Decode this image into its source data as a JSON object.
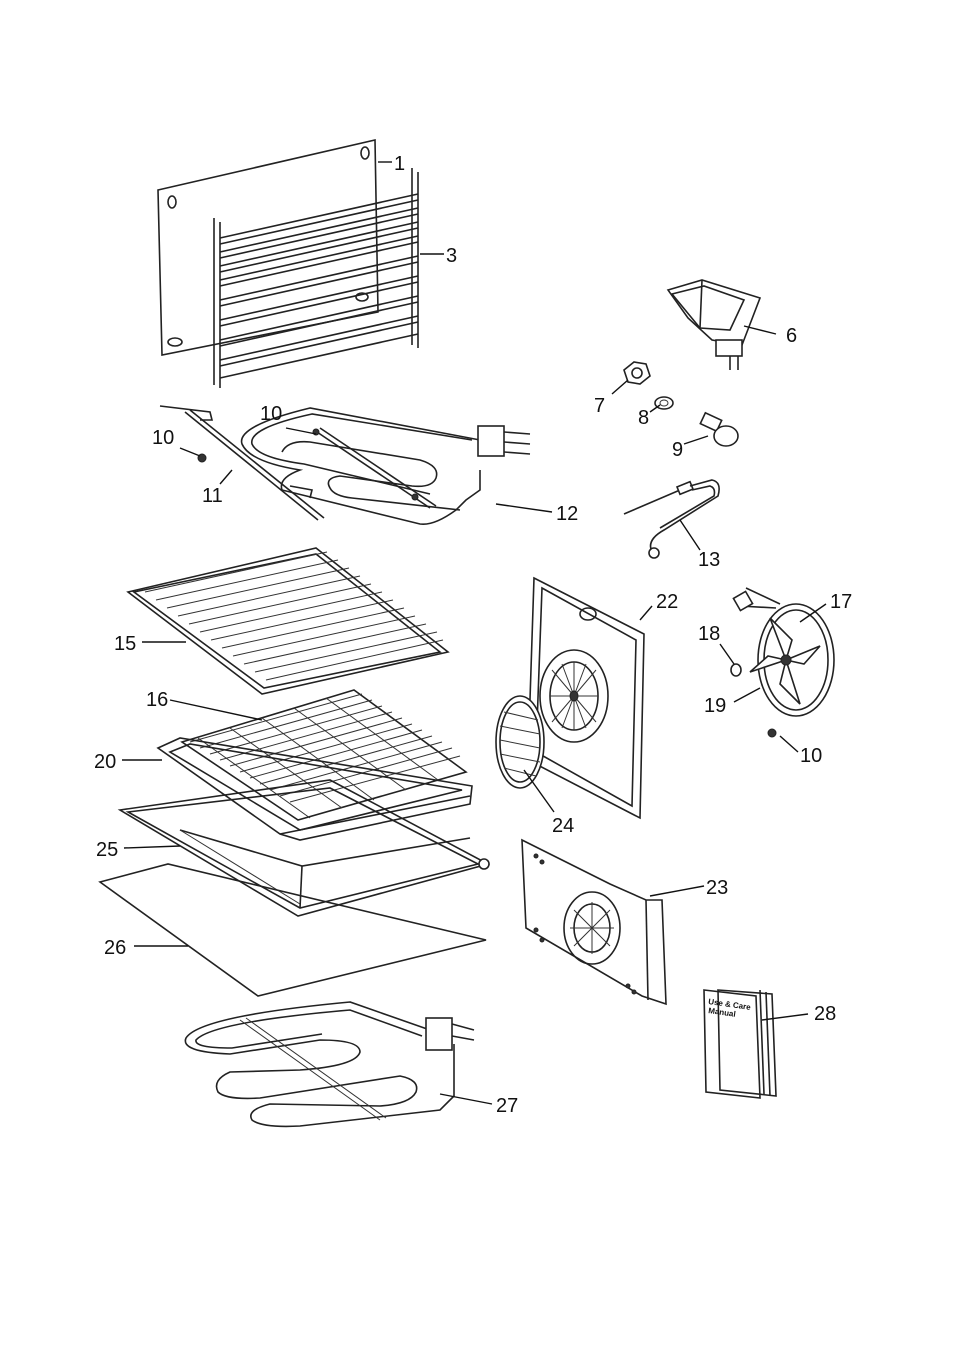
{
  "callouts": {
    "c1": "1",
    "c3": "3",
    "c6": "6",
    "c7": "7",
    "c8": "8",
    "c9": "9",
    "c10a": "10",
    "c10b": "10",
    "c10c": "10",
    "c11": "11",
    "c12": "12",
    "c13": "13",
    "c15": "15",
    "c16": "16",
    "c17": "17",
    "c18": "18",
    "c19": "19",
    "c20": "20",
    "c22": "22",
    "c23": "23",
    "c24": "24",
    "c25": "25",
    "c26": "26",
    "c27": "27",
    "c28": "28"
  },
  "manual": {
    "line1": "Use & Care",
    "line2": "Manual"
  }
}
